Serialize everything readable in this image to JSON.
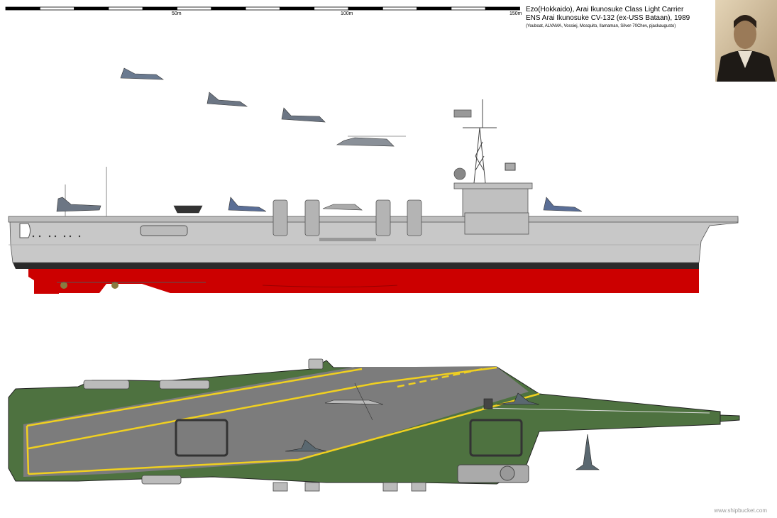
{
  "scale_bar": {
    "labels": [
      "50m",
      "100m",
      "150m"
    ]
  },
  "title": {
    "line1": "Ezo(Hokkaido), Arai Ikunosuke Class Light Carrier",
    "line2": "ENS Arai Ikunosuke CV-132 (ex-USS Bataan), 1989",
    "credits": "(Youboat, ALVAMA, Vossiej, Mosquito, Ilamaman, Silver-70Chev, pjackaugusto)"
  },
  "watermark": "www.shipbucket.com",
  "colors": {
    "hull_gray": "#c8c8c8",
    "antifouling_red": "#cc0000",
    "deck_green": "#4e7240",
    "deck_gray": "#7c7c7c",
    "deck_line_yellow": "#f0d020"
  }
}
